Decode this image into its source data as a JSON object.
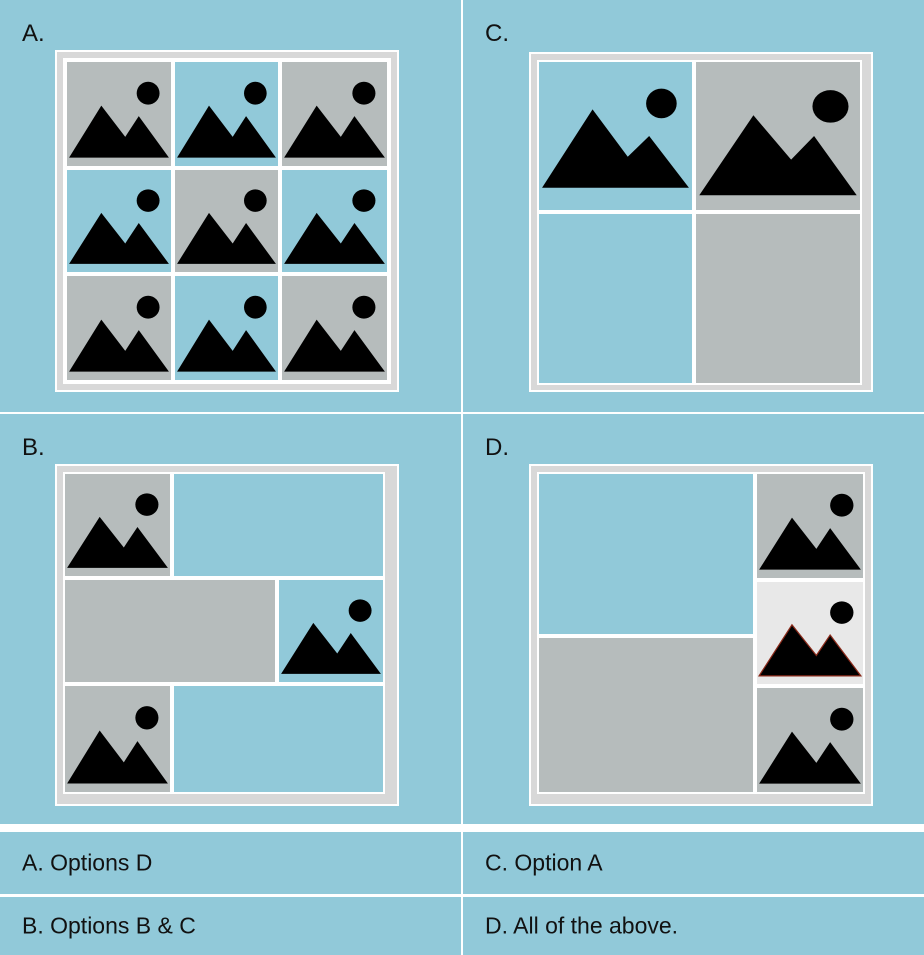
{
  "options": {
    "a_label": "A.",
    "b_label": "B.",
    "c_label": "C.",
    "d_label": "D."
  },
  "answers": {
    "a": "A. Options D",
    "b": "B. Options B & C",
    "c": "C. Option A",
    "d": "D. All of the above."
  },
  "colors": {
    "panel_blue": "#91c9d9",
    "photo_gray": "#b6bcbc",
    "frame_gray": "#d8d8d8",
    "divider": "#ffffff",
    "shape_black": "#000000"
  },
  "icons": {
    "photo_placeholder": "mountain-sun-icon"
  }
}
